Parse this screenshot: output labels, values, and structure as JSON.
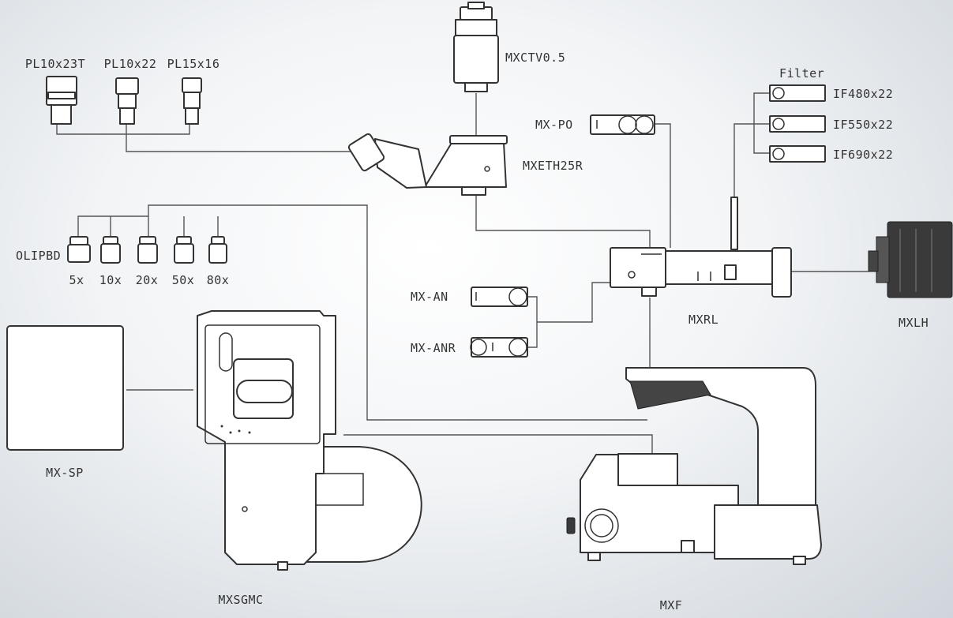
{
  "eyepieces": {
    "items": [
      "PL10x23T",
      "PL10x22",
      "PL15x16"
    ]
  },
  "camera_adapter": "MXCTV0.5",
  "trinocular_head": "MXETH25R",
  "polarizer": "MX-PO",
  "filters": {
    "title": "Filter",
    "items": [
      "IF480x22",
      "IF550x22",
      "IF690x22"
    ]
  },
  "objectives": {
    "name": "OLIPBD",
    "magnifications": [
      "5x",
      "10x",
      "20x",
      "50x",
      "80x"
    ]
  },
  "analyzers": [
    "MX-AN",
    "MX-ANR"
  ],
  "illuminator": "MXRL",
  "lamp_house": "MXLH",
  "stage_plate": "MX-SP",
  "stage": "MXSGMC",
  "frame": "MXF"
}
